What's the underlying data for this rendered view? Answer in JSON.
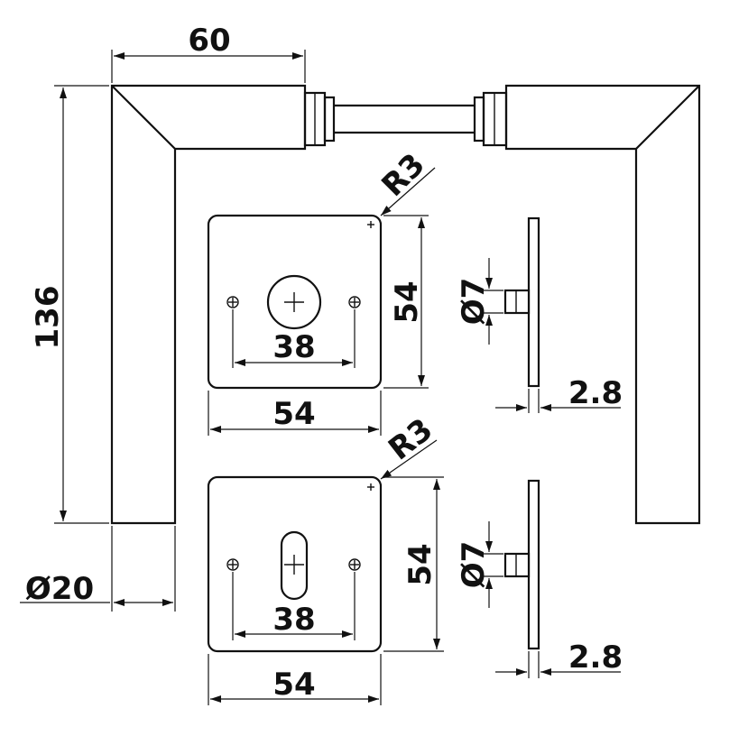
{
  "labels": {
    "handle_length": "60",
    "handle_height": "136",
    "handle_diameter": "Ø20",
    "radius_top": "R3",
    "radius_bottom": "R3",
    "rose_top_height": "54",
    "rose_top_width": "54",
    "rose_top_hole_spacing": "38",
    "rose_bottom_height": "54",
    "rose_bottom_width": "54",
    "rose_bottom_hole_spacing": "38",
    "pin_top_diameter": "Ø7",
    "pin_bottom_diameter": "Ø7",
    "plate_top_thickness": "2.8",
    "plate_bottom_thickness": "2.8"
  },
  "colors": {
    "line": "#111111",
    "background": "#ffffff"
  }
}
